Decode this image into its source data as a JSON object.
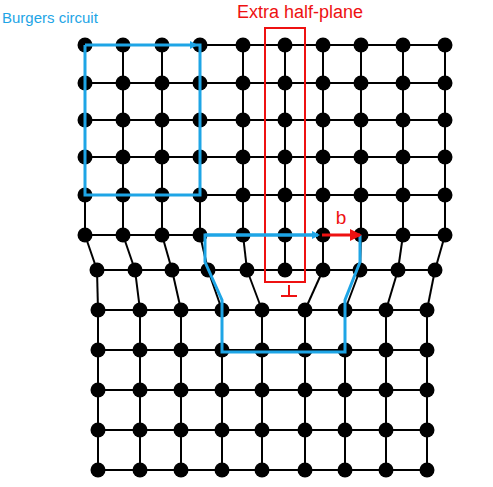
{
  "diagram": {
    "labels": [
      "Extra half-plane",
      "Burgers circuit",
      "b"
    ]
  }
}
